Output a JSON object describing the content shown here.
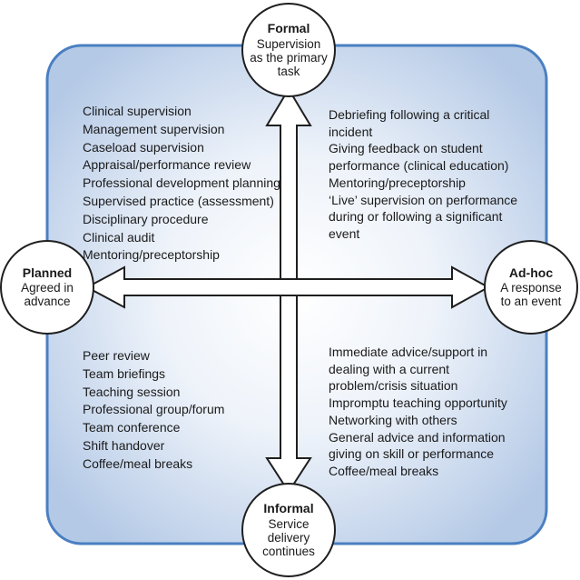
{
  "nodes": {
    "formal": {
      "title": "Formal",
      "desc": "Supervision as the primary task"
    },
    "informal": {
      "title": "Informal",
      "desc": "Service delivery continues"
    },
    "planned": {
      "title": "Planned",
      "desc": "Agreed in advance"
    },
    "adhoc": {
      "title": "Ad-hoc",
      "desc": "A response to an event"
    }
  },
  "quadrants": {
    "formal_planned": [
      "Clinical supervision",
      "Management supervision",
      "Caseload supervision",
      "Appraisal/performance review",
      "Professional development planning",
      "Supervised practice (assessment)",
      "Disciplinary procedure",
      "Clinical audit",
      "Mentoring/preceptorship"
    ],
    "formal_adhoc": [
      "Debriefing following a critical incident",
      "Giving feedback on student performance (clinical education)",
      "Mentoring/preceptorship",
      "‘Live’ supervision on performance during or following a significant event"
    ],
    "informal_planned": [
      "Peer review",
      "Team briefings",
      "Teaching session",
      "Professional group/forum",
      "Team conference",
      "Shift handover",
      "Coffee/meal breaks"
    ],
    "informal_adhoc": [
      "Immediate advice/support in dealing with a current problem/crisis situation",
      "Impromptu teaching opportunity",
      "Networking with others",
      "General advice and information giving on skill or performance",
      "Coffee/meal breaks"
    ]
  },
  "colors": {
    "panel_fill_light": "#ffffff",
    "panel_fill_dark": "#b4c9e6",
    "panel_border": "#4a7fc1",
    "arrow_fill": "#ffffff",
    "arrow_stroke": "#1f1f1f"
  }
}
